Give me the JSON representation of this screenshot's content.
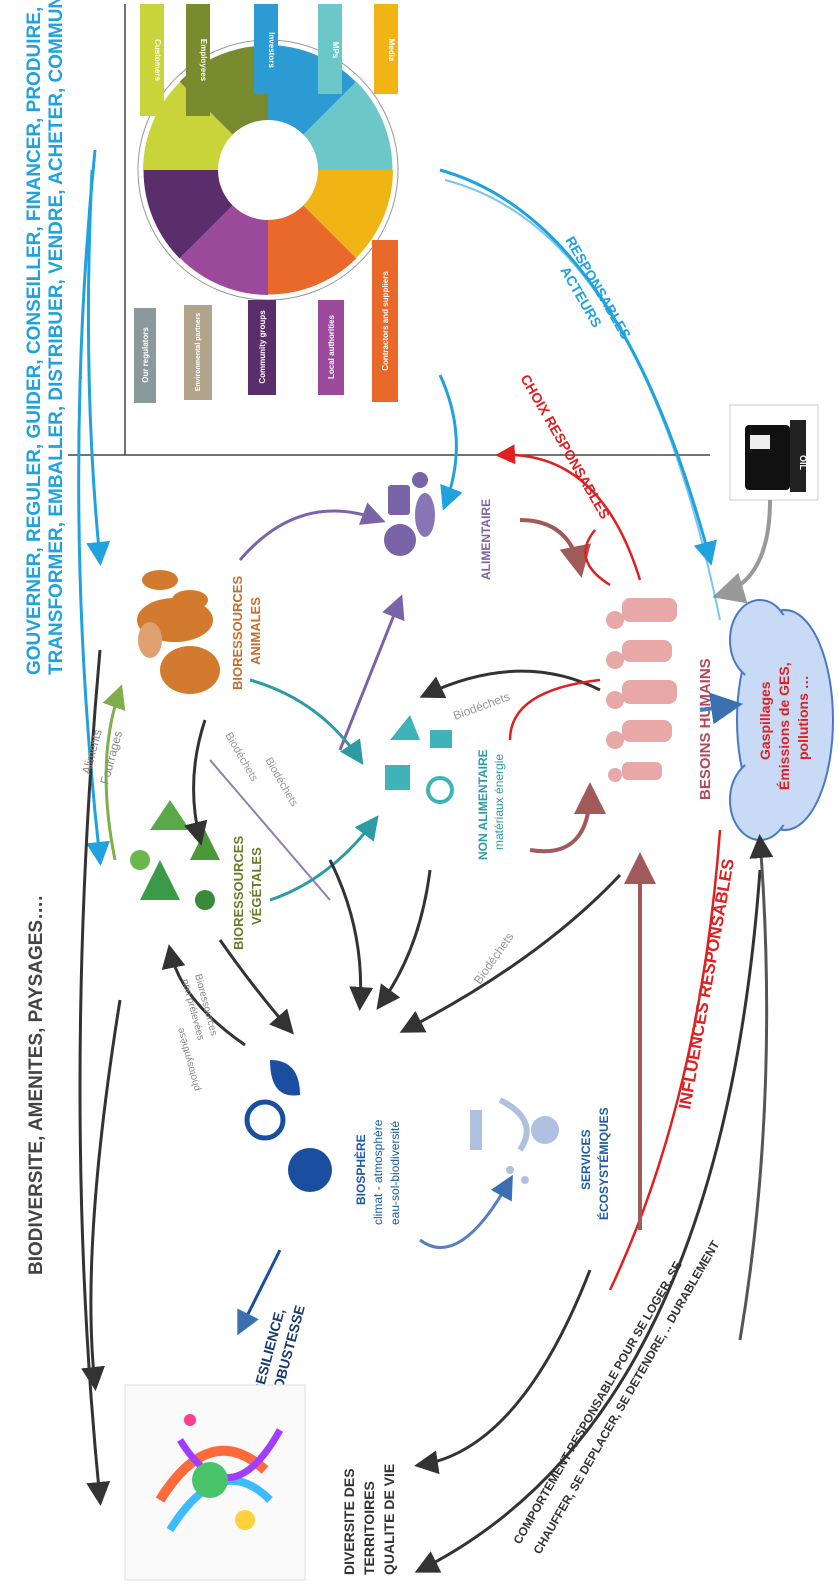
{
  "top_verbs": {
    "line1": "GOUVERNER, REGULER, GUIDER, CONSEILLER, FINANCER, PRODUIRE,",
    "line2": "TRANSFORMER, EMBALLER, DISTRIBUER, VENDRE, ACHETER, COMMUNIQUER,",
    "ellipsis": "……"
  },
  "left_caption": "BIODIVERSITE, AMENITES, PAYSAGES….",
  "stakeholders": {
    "right": [
      "Customers",
      "Employees",
      "Investors",
      "MPs",
      "Media"
    ],
    "left": [
      "Our regulators",
      "Environmental partners",
      "Community groups",
      "Local authorities",
      "Contractors and suppliers"
    ],
    "colors": [
      "#c8d43a",
      "#7a8a2e",
      "#2d9bd3",
      "#6cc7c9",
      "#f0b414",
      "#e8692a",
      "#9b4a9b",
      "#5a2d6b",
      "#b0a48a",
      "#8a9a9a"
    ]
  },
  "labels": {
    "acteurs": "ACTEURS",
    "responsables": "RESPONSABLES",
    "choix": "CHOIX RESPONSABLES",
    "bio_animales_1": "BIORESSOURCES",
    "bio_animales_2": "ANIMALES",
    "bio_vegetales_1": "BIORESSOURCES",
    "bio_vegetales_2": "VÉGÉTALES",
    "alimentaire": "ALIMENTAIRE",
    "non_alimentaire_1": "NON ALIMENTAIRE",
    "non_alimentaire_2": "matériaux énergie",
    "besoins": "BESOINS HUMAINS",
    "gaspillages_1": "Gaspillages",
    "gaspillages_2": "Émissions de GES,",
    "gaspillages_3": "pollutions …",
    "aliments": "Aliments",
    "fourrages": "Fourrages",
    "biodechets_a": "Biodéchets",
    "biodechets_b": "Biodéchets",
    "biodechets_c": "Biodéchets",
    "biodechets_d": "Biodéchets",
    "photosynthese": "photosynthèse",
    "bio_non_prel_1": "Bioressources",
    "bio_non_prel_2": "non prélevées",
    "biosphere_1": "BIOSPHÈRE",
    "biosphere_2": "climat - atmosphère",
    "biosphere_3": "eau-sol-biodiversité",
    "services_1": "SERVICES",
    "services_2": "ÉCOSYSTÉMIQUES",
    "influences": "INFLUENCES RESPONSABLES",
    "resilience_1": "RESILIENCE,",
    "resilience_2": "ROBUSTESSE",
    "diversite_1": "DIVERSITE DES",
    "diversite_2": "TERRITOIRES",
    "diversite_3": "QUALITE DE VIE",
    "comportement_1": "COMPORTEMENT RESPONSABLE POUR SE LOGER, SE",
    "comportement_2": "CHAUFFER, SE DEPLACER, SE DETENDRE, .. DURABLEMENT",
    "oil": "OIL"
  }
}
